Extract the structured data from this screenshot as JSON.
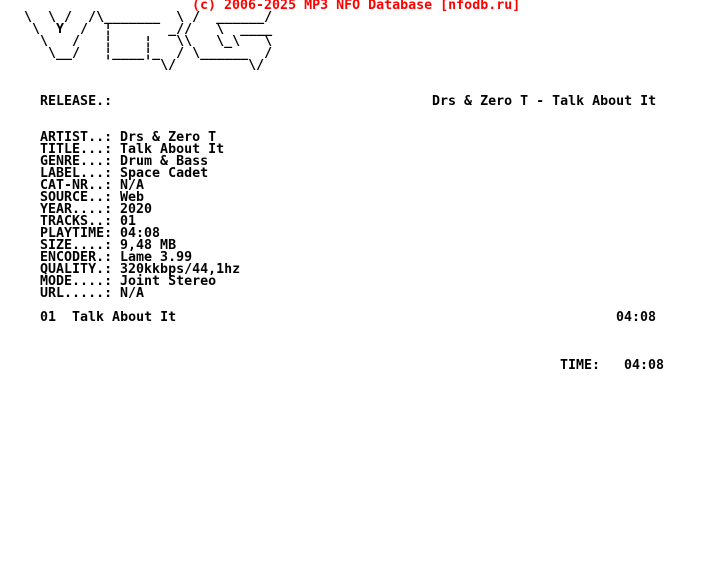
{
  "page": {
    "background": "#ffffff",
    "text_color": "#000000",
    "accent_red": "#ff0000"
  },
  "header": {
    "copyright": "(c) 2006-2025 MP3 NFO Database [nfodb.ru]"
  },
  "ascii_art": {
    "lines": [
      "   \\  \\ /  /\\_______  \\ /  ______/",
      "    \\  Y  /  ¦       _//   \\  ____",
      "     \\   /   ¦    ¦   \\\\   \\_\\   \\",
      "      \\__/   ¦____¦_  / \\______  /",
      "                    \\/         \\/"
    ]
  },
  "release": {
    "label": "RELEASE.:",
    "value": "Drs & Zero T - Talk About It"
  },
  "fields": [
    {
      "label": "ARTIST..:",
      "value": "Drs & Zero T"
    },
    {
      "label": "TITLE...:",
      "value": "Talk About It"
    },
    {
      "label": "GENRE...:",
      "value": "Drum & Bass"
    },
    {
      "label": "LABEL...:",
      "value": "Space Cadet"
    },
    {
      "label": "CAT-NR..:",
      "value": "N/A"
    },
    {
      "label": "SOURCE..:",
      "value": "Web"
    },
    {
      "label": "YEAR....:",
      "value": "2020"
    },
    {
      "label": "TRACKS..:",
      "value": "01"
    },
    {
      "label": "PLAYTIME:",
      "value": "04:08"
    },
    {
      "label": "SIZE....:",
      "value": "9,48 MB"
    },
    {
      "label": "ENCODER.:",
      "value": "Lame 3.99"
    },
    {
      "label": "QUALITY.:",
      "value": "320kkbps/44,1hz"
    },
    {
      "label": "MODE....:",
      "value": "Joint Stereo"
    },
    {
      "label": "URL.....:",
      "value": "N/A"
    }
  ],
  "tracklist": {
    "entries": [
      {
        "number": "01",
        "title": "Talk About It",
        "duration": "04:08"
      }
    ]
  },
  "total": {
    "label": "TIME:",
    "value": "04:08"
  }
}
